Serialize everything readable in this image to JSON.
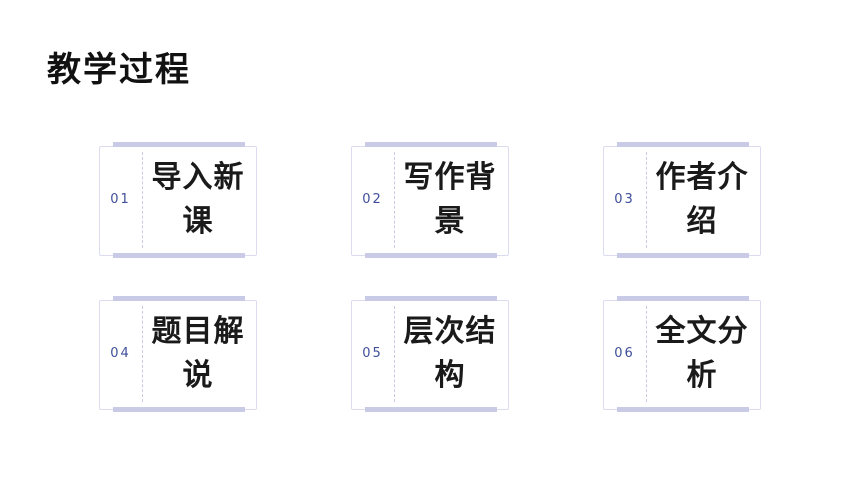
{
  "page": {
    "title": "教学过程"
  },
  "cards": [
    {
      "number": "01",
      "label": "导入新课"
    },
    {
      "number": "02",
      "label": "写作背景"
    },
    {
      "number": "03",
      "label": "作者介绍"
    },
    {
      "number": "04",
      "label": "题目解说"
    },
    {
      "number": "05",
      "label": "层次结构"
    },
    {
      "number": "06",
      "label": "全文分析"
    }
  ],
  "colors": {
    "accent_bar": "#c9cbe6",
    "number": "#3f4f9a",
    "frame": "#dcdcf0"
  }
}
